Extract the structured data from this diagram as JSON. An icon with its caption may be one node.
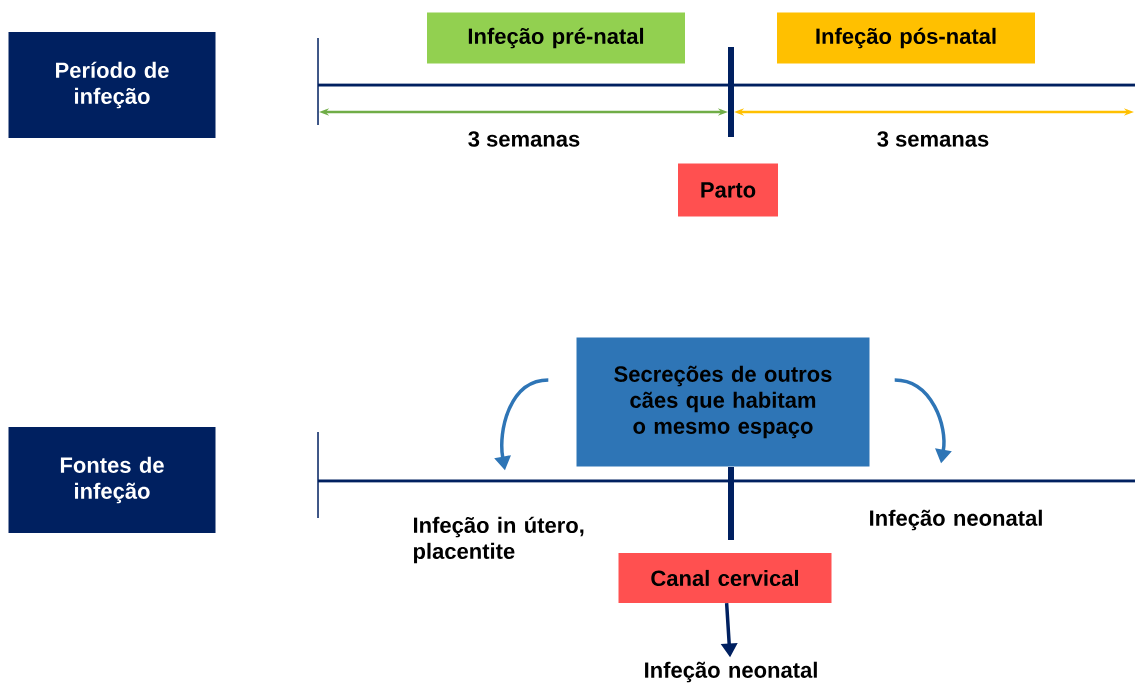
{
  "diagram": {
    "nodes": [
      {
        "text": [
          "Período de infeção"
        ]
      },
      {
        "text": [
          "Infeção pré-natal"
        ]
      },
      {
        "text": [
          "Infeção pós-natal"
        ]
      },
      {
        "text": [
          "Parto"
        ]
      },
      {
        "text": [
          "Fontes de infeção"
        ]
      },
      {
        "text": [
          "Secreções de outros cães que habitam o mesmo espaço"
        ]
      },
      {
        "text": [
          "Infeção in útero, placentite"
        ]
      },
      {
        "text": [
          "Infeção neonatal"
        ]
      },
      {
        "text": [
          "Canal cervical"
        ]
      },
      {
        "text": [
          "Infeção neonatal"
        ]
      }
    ],
    "edges": [
      {
        "from": 5,
        "to": 6,
        "arrow": "to"
      },
      {
        "from": 5,
        "to": 7,
        "arrow": "to"
      },
      {
        "from": 8,
        "to": 9,
        "arrow": "to",
        "color": "#002060"
      }
    ],
    "labels": [
      "3 semanas",
      "3 semanas"
    ]
  }
}
